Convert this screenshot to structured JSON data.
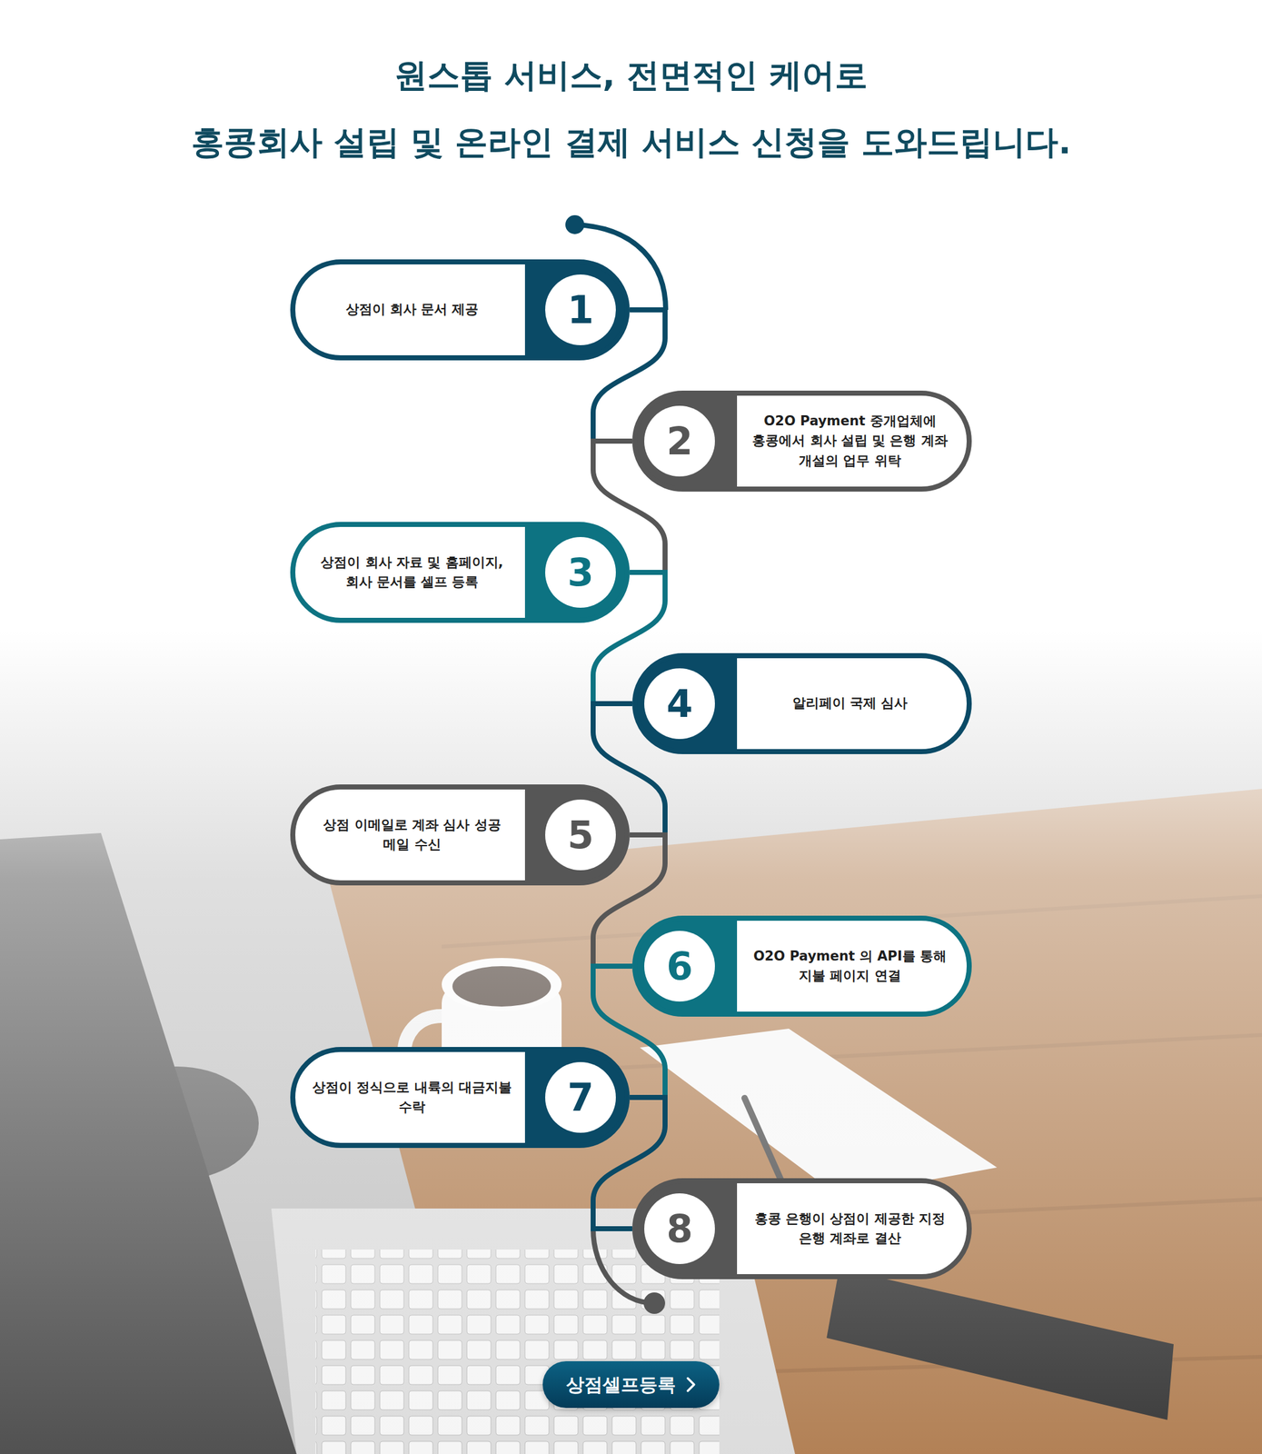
{
  "diagram": {
    "title": "원스톱 서비스, 전면적인 케어로",
    "nodes": [
      {
        "text": [
          "상점이 회사 문서 제공"
        ]
      },
      {
        "text": [
          "1"
        ],
        "in": 0
      },
      {
        "text": [
          "O2O Payment 중개업체에 홍콩에서 회사 설립 및 은행 계좌 개설의 업무 위탁"
        ]
      },
      {
        "text": [
          "2"
        ],
        "in": 2
      },
      {
        "text": [
          "상점이 회사 자료 및 홈페이지, 회사 문서를 셀프 등록"
        ]
      },
      {
        "text": [
          "3"
        ],
        "in": 4
      },
      {
        "text": [
          "알리페이 국제 심사"
        ]
      },
      {
        "text": [
          "4"
        ],
        "in": 6
      },
      {
        "text": [
          "상점 이메일로 계좌 심사 성공 메일 수신"
        ]
      },
      {
        "text": [
          "5"
        ],
        "in": 8
      },
      {
        "text": [
          "O2O Payment 의 API를 통해 지불 페이지 연결"
        ]
      },
      {
        "text": [
          "6"
        ],
        "in": 10
      },
      {
        "text": [
          "상점이 정식으로 내륙의 대금지불 수락"
        ]
      },
      {
        "text": [
          "7"
        ],
        "in": 12
      },
      {
        "text": [
          "홍콩 은행이 상점이 제공한 지정 은행 계좌로 결산"
        ]
      },
      {
        "text": [
          "8"
        ],
        "in": 14
      },
      {
        "text": [
          "상점셀프등록"
        ]
      }
    ],
    "edges": [
      {
        "from": 0,
        "to": 2,
        "arrow": "none"
      },
      {
        "from": 2,
        "to": 4,
        "arrow": "none"
      },
      {
        "from": 4,
        "to": 6,
        "arrow": "none"
      },
      {
        "from": 6,
        "to": 8,
        "arrow": "none"
      },
      {
        "from": 8,
        "to": 10,
        "arrow": "none"
      },
      {
        "from": 10,
        "to": 12,
        "arrow": "none"
      },
      {
        "from": 12,
        "to": 14,
        "arrow": "none"
      }
    ],
    "labels": [
      "홍콩회사 설립 및 온라인 결제 서비스 신청을 도와드립니다."
    ]
  }
}
